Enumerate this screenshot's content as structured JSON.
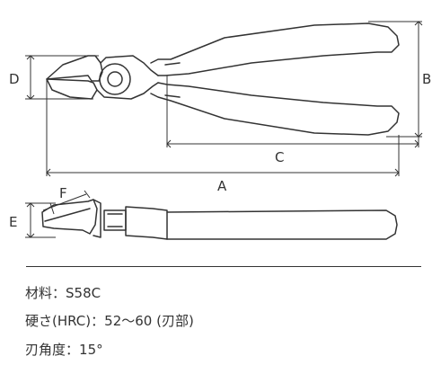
{
  "dimensions": {
    "a": "A",
    "b": "B",
    "c": "C",
    "d": "D",
    "e": "E",
    "f": "F"
  },
  "specs": [
    {
      "label": "材料",
      "separator": "：",
      "value": "S58C"
    },
    {
      "label": "硬さ(HRC)",
      "separator": "：",
      "value": "52～60 (刃部)"
    },
    {
      "label": "刃角度",
      "separator": "：",
      "value": "15°"
    }
  ]
}
